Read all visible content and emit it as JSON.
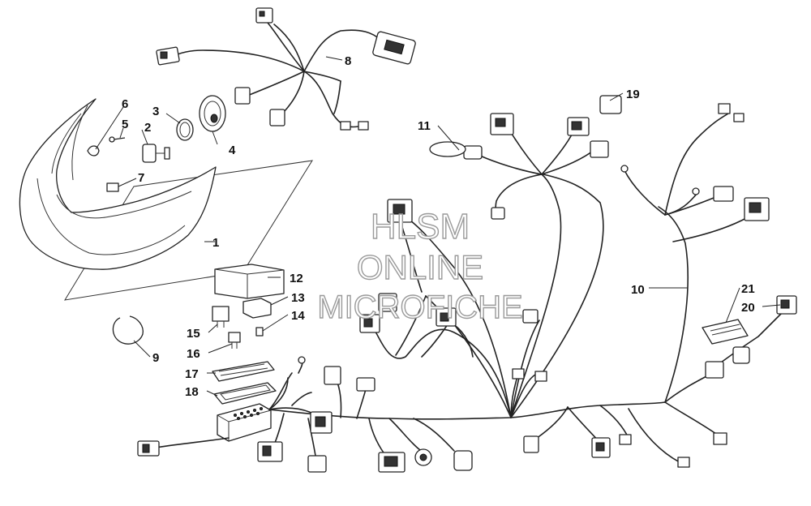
{
  "watermark": {
    "line1": "HLSM",
    "line2": "ONLINE",
    "line3": "MICROFICHE"
  },
  "callouts": {
    "c1": "1",
    "c2": "2",
    "c3": "3",
    "c4": "4",
    "c5": "5",
    "c6": "6",
    "c7": "7",
    "c8": "8",
    "c9": "9",
    "c10": "10",
    "c11": "11",
    "c12": "12",
    "c13": "13",
    "c14": "14",
    "c15": "15",
    "c16": "16",
    "c17": "17",
    "c18": "18",
    "c19": "19",
    "c20": "20",
    "c21": "21"
  }
}
